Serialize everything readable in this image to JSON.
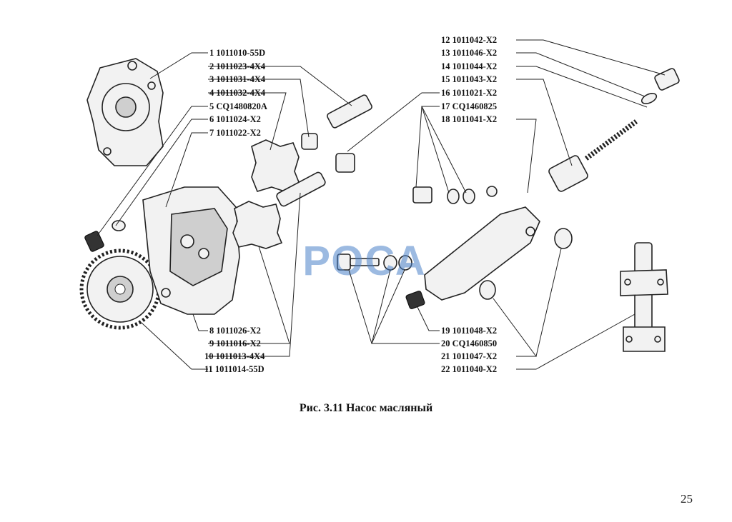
{
  "figure": {
    "watermark": "РОСА",
    "left_labels": [
      "1 1011010-55D",
      "2 1011023-4X4",
      "3 1011031-4X4",
      "4 1011032-4X4",
      "5 CQ1480820A",
      "6 1011024-X2",
      "7 1011022-X2"
    ],
    "left_bottom_labels": [
      "8 1011026-X2",
      "9 1011016-X2",
      "10 1011013-4X4",
      "11 1011014-55D"
    ],
    "right_labels": [
      "12 1011042-X2",
      "13 1011046-X2",
      "14 1011044-X2",
      "15 1011043-X2",
      "16 1011021-X2",
      "17 CQ1460825",
      "18 1011041-X2"
    ],
    "right_bottom_labels": [
      "19 1011048-X2",
      "20 CQ1460850",
      "21 1011047-X2",
      "22 1011040-X2"
    ]
  },
  "caption": "Рис. 3.11 Насос масляный",
  "page_number": "25"
}
